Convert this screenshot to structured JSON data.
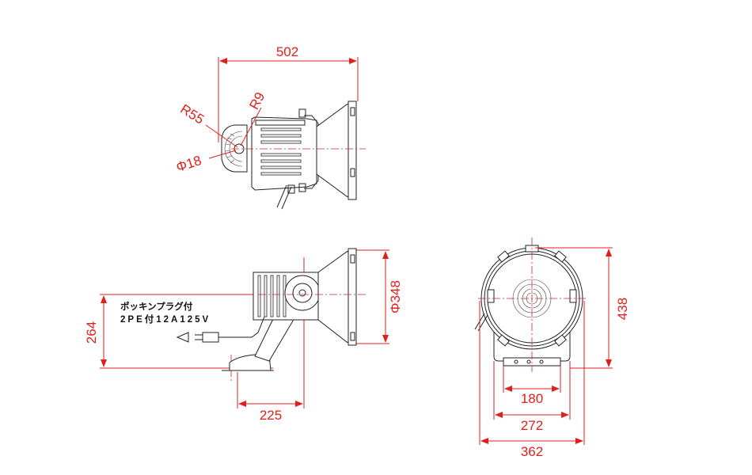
{
  "dimensions": {
    "top_width": "502",
    "r55": "R55",
    "r9": "R9",
    "phi18": "Φ18",
    "phi348": "Φ348",
    "height264": "264",
    "base225": "225",
    "height438": "438",
    "w180": "180",
    "w272": "272",
    "w362": "362"
  },
  "note": {
    "line1": "ポッキンプラグ付",
    "line2": "2PE付12A125V"
  },
  "colors": {
    "dimension": "#e0201c",
    "outline": "#222222"
  }
}
